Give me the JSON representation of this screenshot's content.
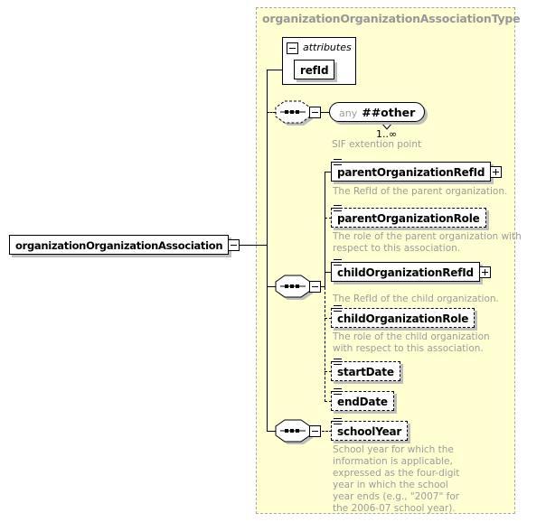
{
  "root_element": {
    "label": "organizationOrganizationAssociation"
  },
  "complex_type": {
    "title": "organizationOrganizationAssociationType"
  },
  "attributes_group": {
    "header": "attributes",
    "attributes": [
      {
        "name": "refId"
      }
    ]
  },
  "any_element": {
    "keyword": "any",
    "name": "##other",
    "occurrence": "1..∞",
    "note": "SIF extention point"
  },
  "elements": [
    {
      "name": "parentOrganizationRefId",
      "desc": [
        "The RefId of the parent organization."
      ]
    },
    {
      "name": "parentOrganizationRole",
      "desc": [
        "The role of the parent organization with",
        "respect to this association."
      ]
    },
    {
      "name": "childOrganizationRefId",
      "desc": [
        "The RefId of the child organization."
      ]
    },
    {
      "name": "childOrganizationRole",
      "desc": [
        "The role of the child organization",
        "with respect to this association."
      ]
    },
    {
      "name": "startDate",
      "desc": []
    },
    {
      "name": "endDate",
      "desc": []
    },
    {
      "name": "schoolYear",
      "desc": [
        "School year for which the",
        "information is applicable,",
        "expressed as the four-digit",
        "year in which the school",
        "year ends (e.g., \"2007\" for",
        "the 2006-07 school year)."
      ]
    }
  ],
  "colors": {
    "container_fill": "#ffffd2",
    "container_border": "#a8a8a8",
    "shadow": "#bdbdbd",
    "muted_text": "#9c9c9c",
    "line": "#000000"
  }
}
